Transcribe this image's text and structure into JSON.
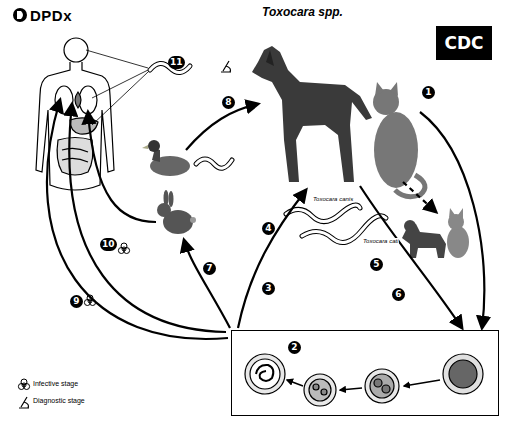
{
  "diagram": {
    "title": "Toxocara spp.",
    "nodes": [
      {
        "text": [
          "CDC"
        ]
      },
      {
        "text": [
          "2"
        ]
      }
    ],
    "labels": [
      "DPDx",
      "1",
      "3",
      "4",
      "5",
      "6",
      "7",
      "8",
      "9",
      "10",
      "11",
      "Toxocara canis",
      "Toxocara cati"
    ],
    "legend": [
      {
        "text": "Infective stage"
      },
      {
        "text": "Diagnostic stage"
      }
    ]
  }
}
